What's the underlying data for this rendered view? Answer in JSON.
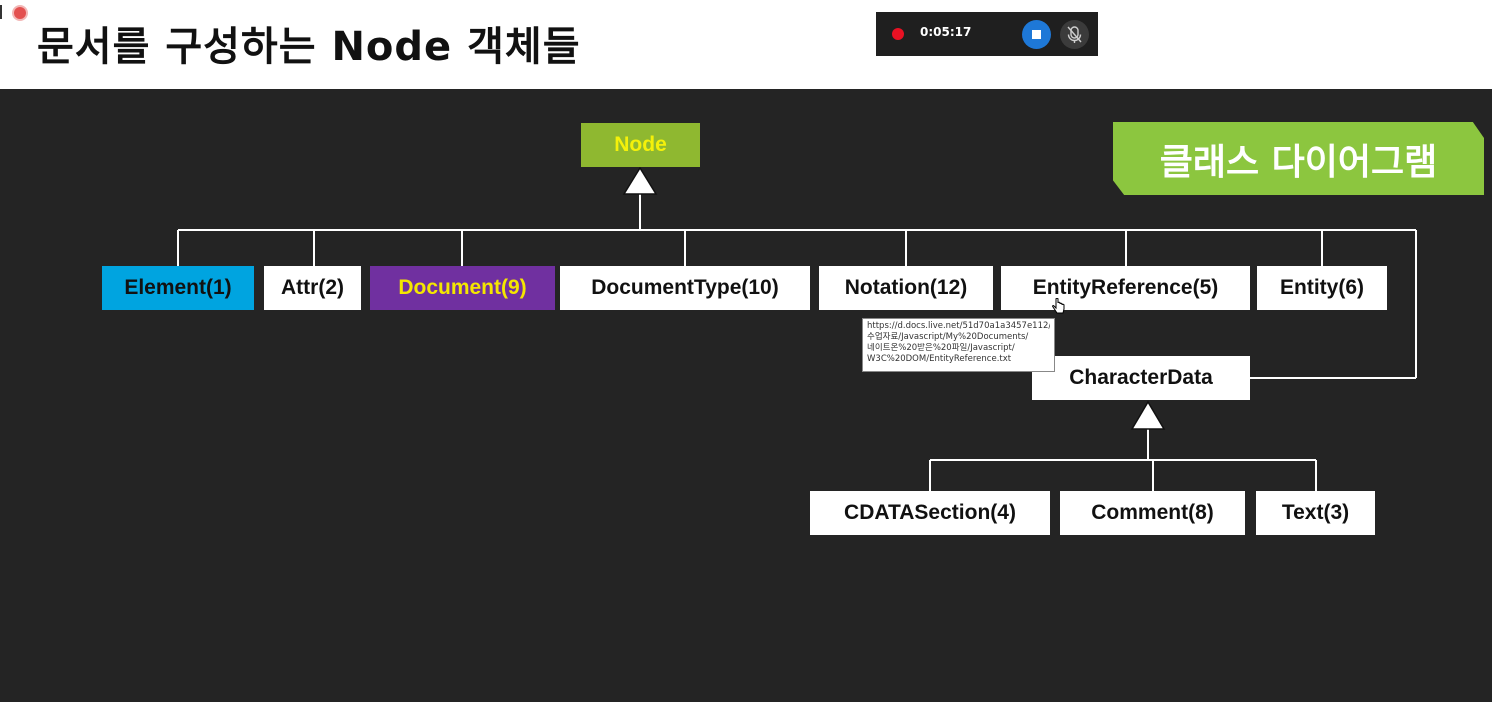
{
  "header": {
    "title": "문서를 구성하는 Node 객체들"
  },
  "recorder": {
    "elapsed": "0:05:17"
  },
  "badge": {
    "label": "클래스 다이어그램"
  },
  "diagram": {
    "root": "Node",
    "children": [
      "Element(1)",
      "Attr(2)",
      "Document(9)",
      "DocumentType(10)",
      "Notation(12)",
      "EntityReference(5)",
      "Entity(6)"
    ],
    "character_data": "CharacterData",
    "character_children": [
      "CDATASection(4)",
      "Comment(8)",
      "Text(3)"
    ]
  },
  "tooltip": {
    "lines": [
      "https://d.docs.live.net/51d70a1a3457e112/",
      "수업자료/Javascript/My%20Documents/",
      "네이트온%20받은%20파일/Javascript/",
      "W3C%20DOM/EntityReference.txt"
    ]
  },
  "colors": {
    "node_fill": "#8fb830",
    "node_text": "#f4f10a",
    "element_fill": "#00a4e0",
    "document_fill": "#7030a0",
    "document_text": "#f4e600",
    "badge_fill": "#8cc63f",
    "stage_bg": "#242424",
    "record_red": "#e81123",
    "stop_blue": "#1e78d7"
  }
}
